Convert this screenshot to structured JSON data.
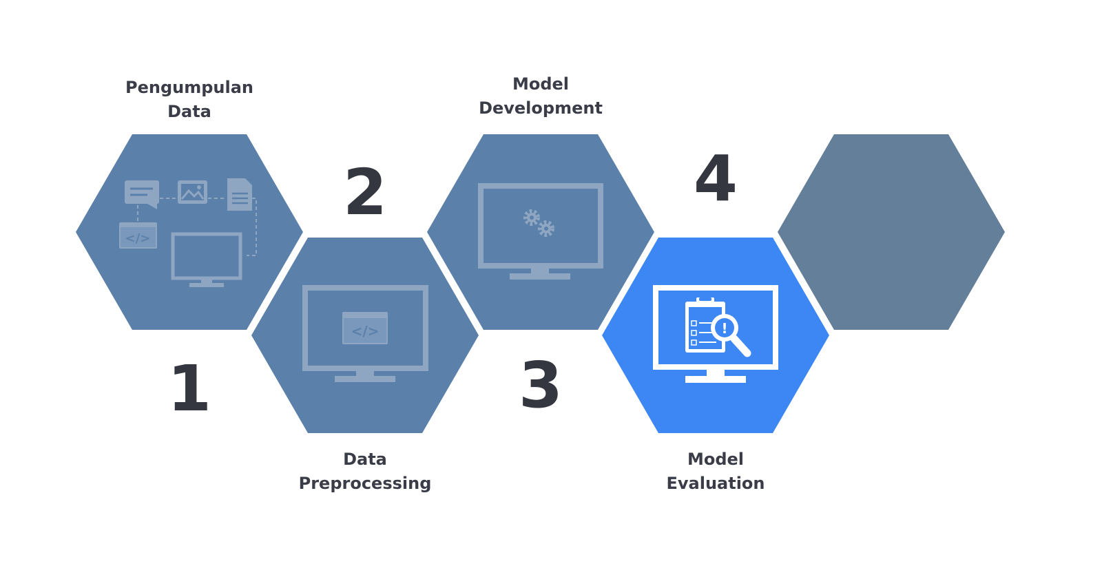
{
  "steps": [
    {
      "number": "1",
      "label": "Pengumpulan\nData",
      "icon": "data-collection-icon"
    },
    {
      "number": "2",
      "label": "Data\nPreprocessing",
      "icon": "code-monitor-icon"
    },
    {
      "number": "3",
      "label": "Model\nDevelopment",
      "icon": "gears-monitor-icon"
    },
    {
      "number": "4",
      "label": "Model\nEvaluation",
      "icon": "evaluation-monitor-icon"
    }
  ],
  "colors": {
    "hex_inactive": "#5b80a9",
    "hex_active": "#3d87f5",
    "hex_blank": "#637f99",
    "icon_faint": "#8ea6c2",
    "text": "#34373f"
  }
}
